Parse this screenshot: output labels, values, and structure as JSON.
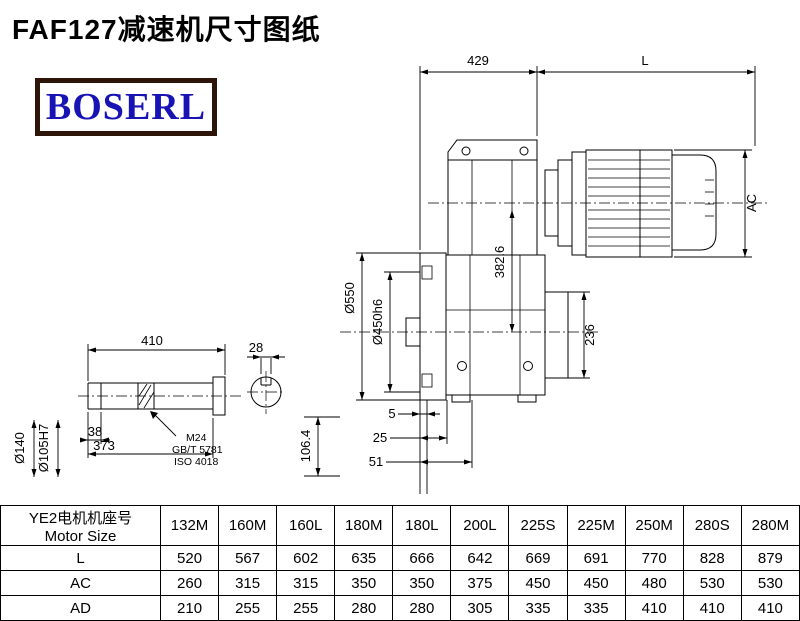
{
  "page": {
    "title": "FAF127减速机尺寸图纸",
    "logo_text": "BOSERL"
  },
  "colors": {
    "logo_text_blue": "#1813b4",
    "logo_border_brown": "#2e150a",
    "line_black": "#000000"
  },
  "drawing": {
    "dims": {
      "top_width": "429",
      "motor_length": "L",
      "motor_height": "AC",
      "flange_od": "Ø550",
      "spigot": "Ø450h6",
      "height_382": "382.6",
      "boss_236": "236",
      "step_5": "5",
      "step_25": "25",
      "step_51": "51",
      "height_106": "106.4",
      "shaft_total_410": "410",
      "key_28": "28",
      "step_38": "38",
      "len_373": "373",
      "shaft_dia_140": "Ø140",
      "bore_105": "Ø105H7",
      "thread_m24": "M24",
      "std_gb": "GB/T 5781",
      "std_iso": "ISO 4018"
    }
  },
  "table": {
    "row_header_cn": "YE2电机机座号",
    "row_header_en": "Motor Size",
    "columns": [
      "132M",
      "160M",
      "160L",
      "180M",
      "180L",
      "200L",
      "225S",
      "225M",
      "250M",
      "280S",
      "280M"
    ],
    "rows": [
      {
        "label": "L",
        "values": [
          "520",
          "567",
          "602",
          "635",
          "666",
          "642",
          "669",
          "691",
          "770",
          "828",
          "879"
        ]
      },
      {
        "label": "AC",
        "values": [
          "260",
          "315",
          "315",
          "350",
          "350",
          "375",
          "450",
          "450",
          "480",
          "530",
          "530"
        ]
      },
      {
        "label": "AD",
        "values": [
          "210",
          "255",
          "255",
          "280",
          "280",
          "305",
          "335",
          "335",
          "410",
          "410",
          "410"
        ]
      }
    ]
  }
}
